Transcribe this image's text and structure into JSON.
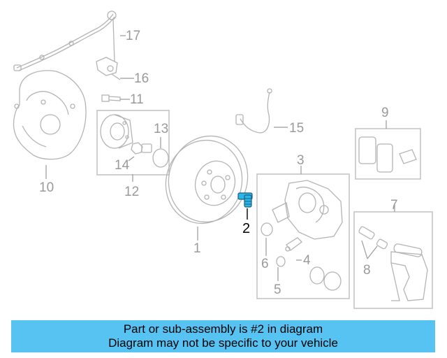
{
  "callouts": {
    "c1": "1",
    "c2": "2",
    "c3": "3",
    "c4": "4",
    "c5": "5",
    "c6": "6",
    "c7": "7",
    "c8": "8",
    "c9": "9",
    "c10": "10",
    "c11": "11",
    "c12": "12",
    "c13": "13",
    "c14": "14",
    "c15": "15",
    "c16": "16",
    "c17": "17"
  },
  "highlight": {
    "part_number": "2",
    "color": "#29b6e8"
  },
  "banner": {
    "line1": "Part or sub-assembly is #2 in diagram",
    "line2": "Diagram may not be specific to your vehicle",
    "background": "#56c3f3"
  }
}
